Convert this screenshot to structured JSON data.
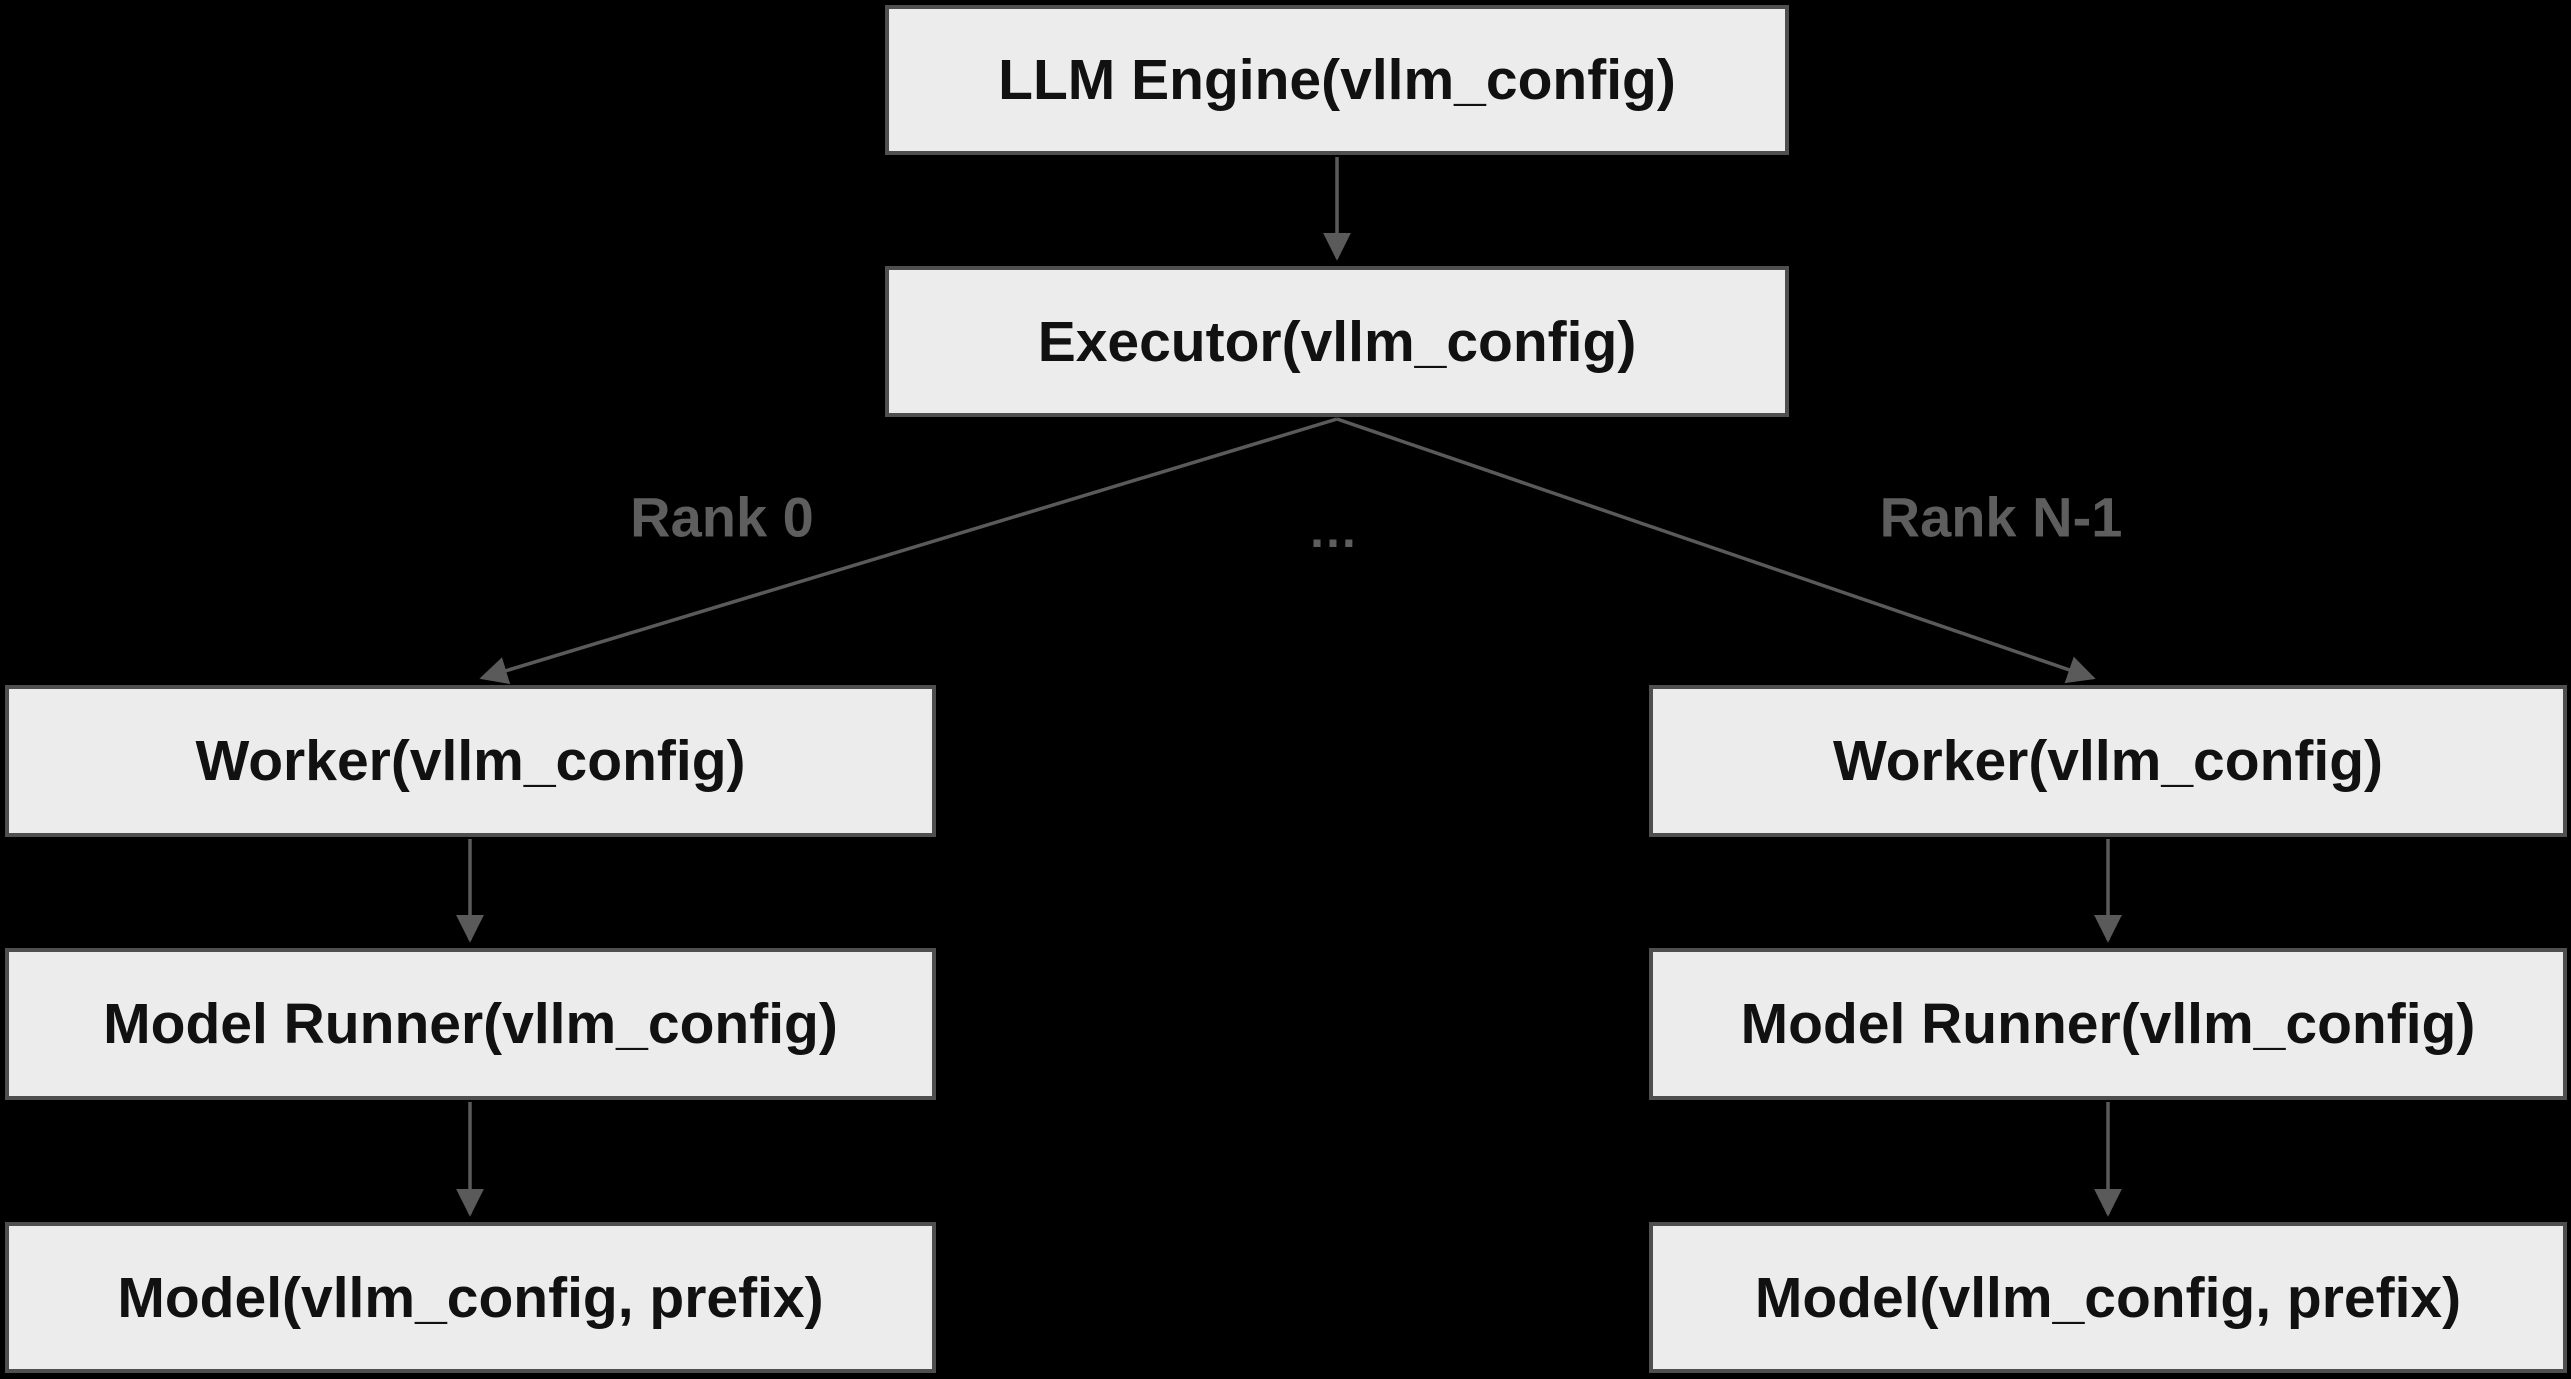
{
  "diagram": {
    "colors": {
      "bg": "#000000",
      "node-fill": "#ececec",
      "node-border": "#4f4f4f",
      "node-text": "#111111",
      "edge": "#5a5a5a",
      "label": "#5e5e5e"
    },
    "nodes": {
      "llm_engine": {
        "label": "LLM Engine(vllm_config)"
      },
      "executor": {
        "label": "Executor(vllm_config)"
      },
      "worker_0": {
        "label": "Worker(vllm_config)"
      },
      "model_runner_0": {
        "label": "Model Runner(vllm_config)"
      },
      "model_0": {
        "label": "Model(vllm_config, prefix)"
      },
      "worker_n": {
        "label": "Worker(vllm_config)"
      },
      "model_runner_n": {
        "label": "Model Runner(vllm_config)"
      },
      "model_n": {
        "label": "Model(vllm_config, prefix)"
      }
    },
    "edge_labels": {
      "rank_0": "Rank 0",
      "ellipsis": "…",
      "rank_n": "Rank N-1"
    }
  }
}
